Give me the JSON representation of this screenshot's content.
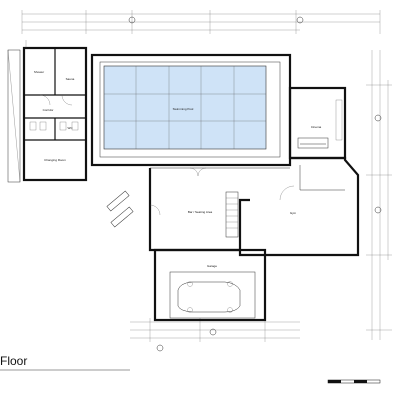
{
  "sheet": {
    "title": "Floor"
  },
  "rooms": {
    "shower": "Shower",
    "sauna": "Sauna",
    "corridor": "Corridor",
    "wc": "WC",
    "changing_room": "Changing Room",
    "swimming_pool": "Swimming Pool",
    "cinema": "Cinema",
    "bar_seating": "Bar / Seating Area",
    "gym": "Gym",
    "garage": "Garage"
  },
  "colors": {
    "pool_fill": "#cfe3f7",
    "wall": "#111111",
    "line": "#333333"
  }
}
